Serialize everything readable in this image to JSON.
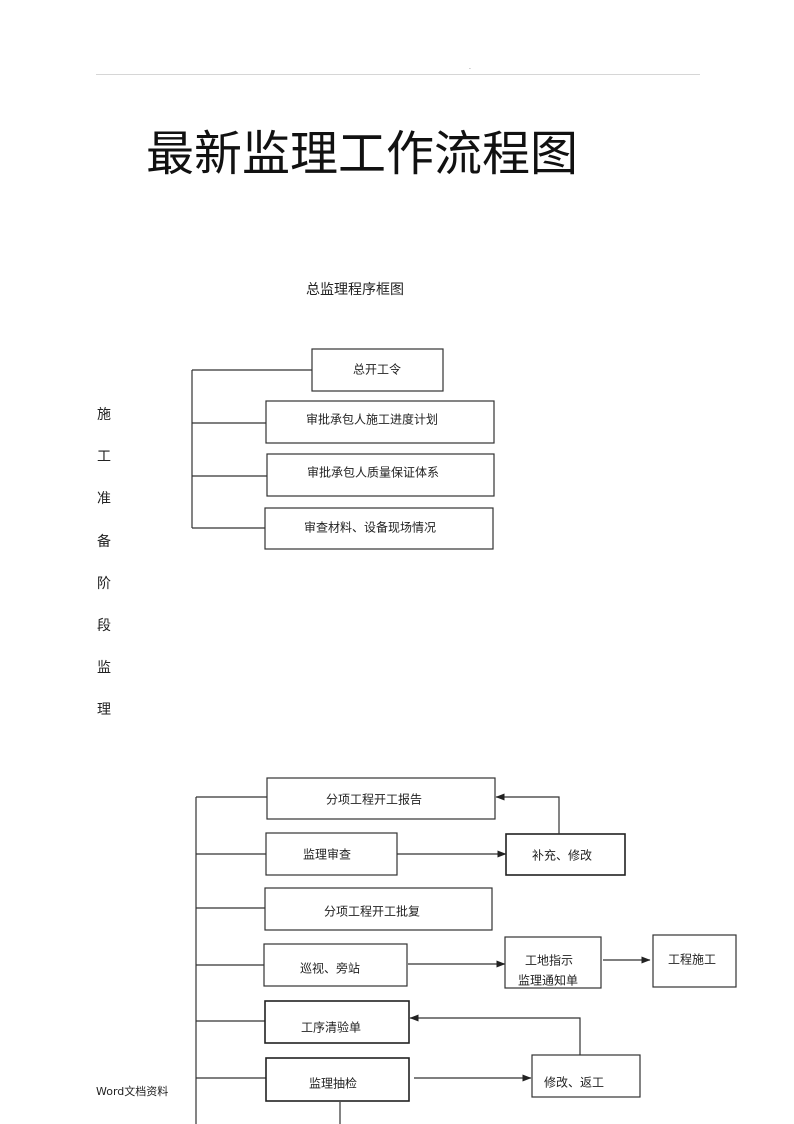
{
  "header": {
    "mark": "."
  },
  "document": {
    "title": "最新监理工作流程图"
  },
  "section": {
    "title": "总监理程序框图"
  },
  "side_label": [
    "施",
    "工",
    "准",
    "备",
    "阶",
    "段",
    "监",
    "理"
  ],
  "flow1": {
    "boxes": [
      "总开工令",
      "审批承包人施工进度计划",
      "审批承包人质量保证体系",
      "审查材料、设备现场情况"
    ]
  },
  "flow2": {
    "boxes": {
      "report": "分项工程开工报告",
      "review": "监理审查",
      "supplement": "补充、修改",
      "approval": "分项工程开工批复",
      "patrol": "巡视、旁站",
      "instruction_line1": "工地指示",
      "instruction_line2": "监理通知单",
      "construction": "工程施工",
      "inspection_sheet": "工序清验单",
      "spot_check": "监理抽检",
      "rework": "修改、返工"
    }
  },
  "footer": {
    "text": "Word文档资料"
  }
}
